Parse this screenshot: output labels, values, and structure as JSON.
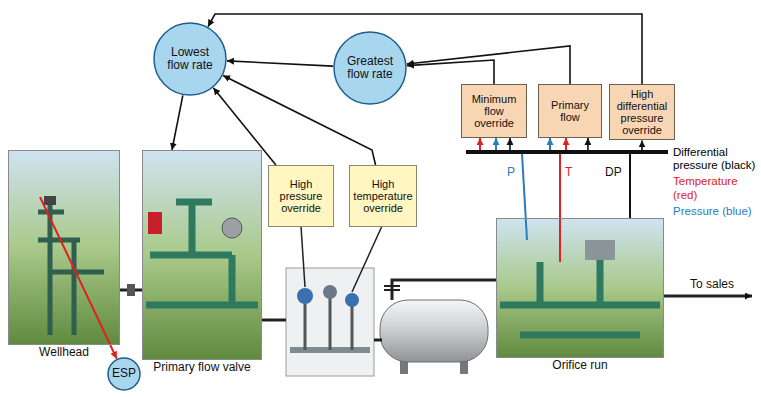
{
  "diagram": {
    "nodes": [
      {
        "text": [
          "Lowest flow rate"
        ]
      },
      {
        "text": [
          "Greatest flow rate"
        ]
      },
      {
        "text": [
          "Minimum flow override"
        ]
      },
      {
        "text": [
          "Primary flow"
        ]
      },
      {
        "text": [
          "High differential pressure override"
        ]
      },
      {
        "text": [
          "High pressure override"
        ]
      },
      {
        "text": [
          "High temperature override"
        ]
      },
      {
        "text": [
          "Wellhead"
        ]
      },
      {
        "text": [
          "Primary flow valve"
        ]
      },
      {
        "text": [
          "Orifice run"
        ]
      },
      {
        "text": [
          "ESP"
        ]
      }
    ],
    "edges": [
      {
        "from": 2,
        "to": 1,
        "arrow": "to"
      },
      {
        "from": 3,
        "to": 1,
        "arrow": "to"
      },
      {
        "from": 4,
        "to": 0,
        "arrow": "to"
      },
      {
        "from": 1,
        "to": 0,
        "arrow": "to"
      },
      {
        "from": 5,
        "to": 0,
        "arrow": "to"
      },
      {
        "from": 6,
        "to": 0,
        "arrow": "to"
      },
      {
        "from": 0,
        "to": 8,
        "arrow": "to"
      },
      {
        "from": 7,
        "to": 10,
        "arrow": "to"
      },
      {
        "from": 9,
        "to": 2,
        "arrow": "to"
      },
      {
        "from": 9,
        "to": 3,
        "arrow": "to"
      },
      {
        "from": 9,
        "to": 4,
        "arrow": "to"
      }
    ],
    "labels": [
      "P",
      "T",
      "DP",
      "To sales"
    ],
    "legend": [
      {
        "text": "Differential pressure (black)",
        "color": "#000000"
      },
      {
        "text": "Temperature (red)",
        "color": "#e0211d"
      },
      {
        "text": "Pressure (blue)",
        "color": "#2b7bc0"
      }
    ]
  }
}
